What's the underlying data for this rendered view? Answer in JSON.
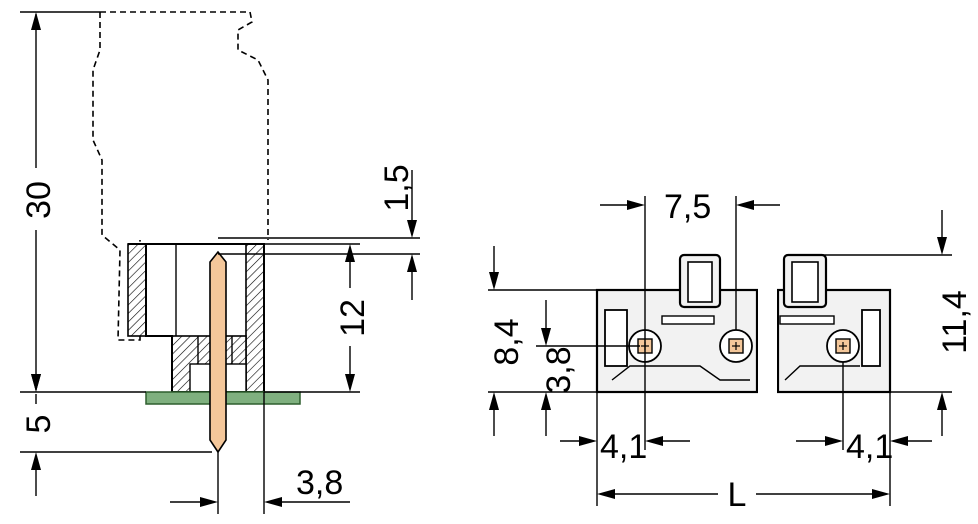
{
  "dimensions": {
    "height_total": "30",
    "pin_below_pcb": "5",
    "offset_top": "1,5",
    "body_height": "12",
    "pin_offset": "3,8",
    "pitch": "7,5",
    "front_height": "8,4",
    "pin_center_height": "3,8",
    "overall_height": "11,4",
    "left_pin_edge": "4,1",
    "right_pin_edge": "4,1",
    "length": "L"
  },
  "colors": {
    "pin": "#f4c79a",
    "pcb": "#7fb07f",
    "body": "#f2f2f2",
    "line": "#000000"
  }
}
